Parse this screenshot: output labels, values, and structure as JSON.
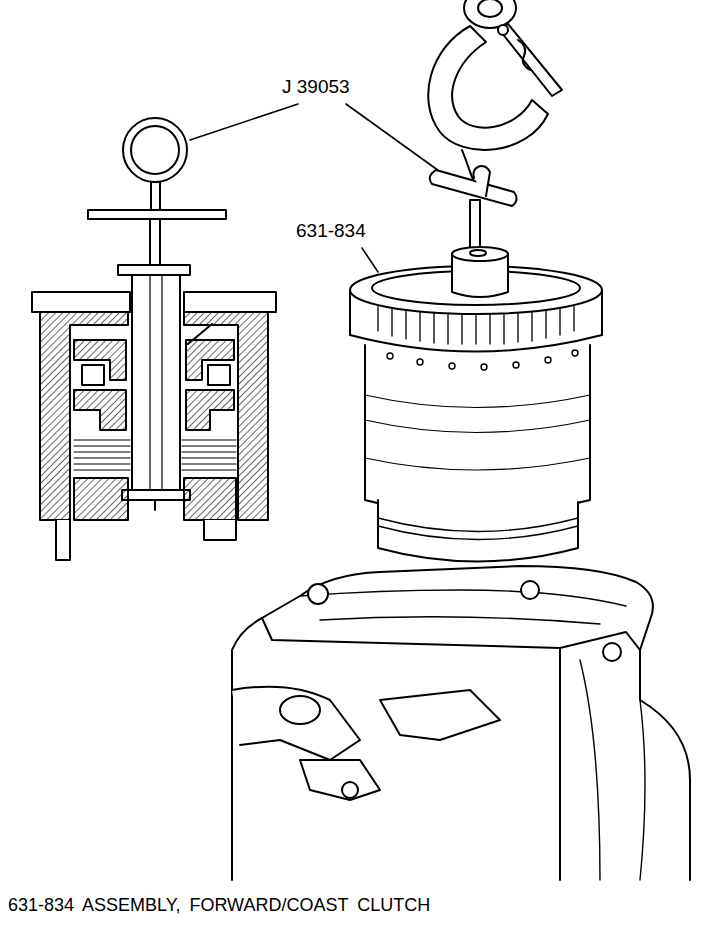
{
  "diagram": {
    "caption": "631-834 ASSEMBLY, FORWARD/COAST CLUTCH",
    "labels": [
      "J 39053",
      "631-834"
    ]
  }
}
